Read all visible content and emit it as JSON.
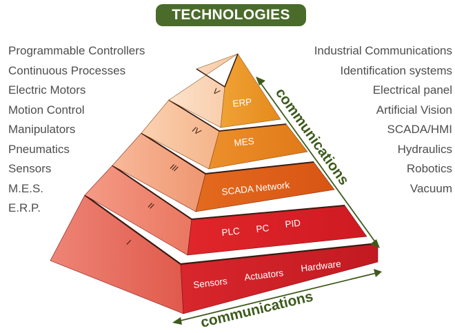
{
  "title": "TECHNOLOGIES",
  "left_items": [
    "Programmable Controllers",
    "Continuous Processes",
    "Electric Motors",
    "Motion Control",
    "Manipulators",
    "Pneumatics",
    "Sensors",
    "M.E.S.",
    "E.R.P."
  ],
  "right_items": [
    "Industrial Communications",
    "Identification systems",
    "Electrical panel",
    "Artificial Vision",
    "SCADA/HMI",
    "Hydraulics",
    "Robotics",
    "Vacuum"
  ],
  "pyramid": {
    "levels": [
      {
        "numeral": "V",
        "labels": [
          "ERP"
        ]
      },
      {
        "numeral": "IV",
        "labels": [
          "MES"
        ]
      },
      {
        "numeral": "III",
        "labels": [
          "SCADA Network"
        ]
      },
      {
        "numeral": "II",
        "labels": [
          "PLC",
          "PC",
          "PID"
        ]
      },
      {
        "numeral": "I",
        "labels": [
          "Sensors",
          "Actuators",
          "Hardware"
        ]
      }
    ],
    "vertical_axis_label": "communications",
    "horizontal_axis_label": "communications"
  },
  "colors": {
    "title_bg": "#4a6b2a",
    "axis_text": "#3d5a1c",
    "list_text": "#4d4d4d"
  }
}
